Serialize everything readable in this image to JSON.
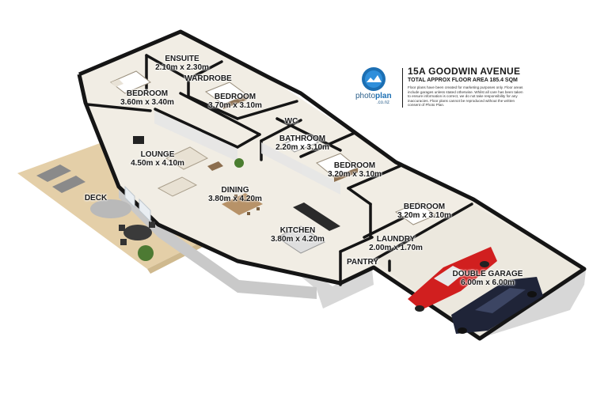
{
  "header": {
    "address": "15A GOODWIN AVENUE",
    "floor_area": "TOTAL APPROX FLOOR AREA 185.4 SQM",
    "disclaimer": "Floor plans have been created for marketing purposes only. Floor areas include garages unless stated otherwise. Whilst all care has been taken to ensure information is correct, we do not take responsibility for any inaccuracies. Floor plans cannot be reproduced without the written consent of Photo Plan.",
    "logo_word_a": "photo",
    "logo_word_b": "plan",
    "logo_domain": ".co.nz"
  },
  "rooms": {
    "ensuite": {
      "name": "ENSUITE",
      "dim": "2.10m x 2.30m"
    },
    "wardrobe": {
      "name": "WARDROBE"
    },
    "bedroom1": {
      "name": "BEDROOM",
      "dim": "3.60m x 3.40m"
    },
    "bedroom2": {
      "name": "BEDROOM",
      "dim": "3.70m x 3.10m"
    },
    "wc": {
      "name": "WC"
    },
    "bathroom": {
      "name": "BATHROOM",
      "dim": "2.20m x 3.10m"
    },
    "bedroom3": {
      "name": "BEDROOM",
      "dim": "3.20m x 3.10m"
    },
    "bedroom4": {
      "name": "BEDROOM",
      "dim": "3.20m x 3.10m"
    },
    "lounge": {
      "name": "LOUNGE",
      "dim": "4.50m x 4.10m"
    },
    "dining": {
      "name": "DINING",
      "dim": "3.80m x 4.20m"
    },
    "kitchen": {
      "name": "KITCHEN",
      "dim": "3.80m x 4.20m"
    },
    "laundry": {
      "name": "LAUNDRY",
      "dim": "2.00m x 1.70m"
    },
    "pantry": {
      "name": "PANTRY"
    },
    "garage": {
      "name": "DOUBLE GARAGE",
      "dim": "6.00m x 6.00m"
    },
    "deck": {
      "name": "DECK"
    }
  },
  "colors": {
    "floor": "#f1ede4",
    "wall_top": "#151515",
    "wall_side": "#dcdcdc",
    "deck": "#e4cfa8",
    "garage_floor": "#ece8de",
    "car_red": "#d11f1f",
    "car_dark": "#1f2438",
    "logo_blue": "#1c6fb3"
  }
}
